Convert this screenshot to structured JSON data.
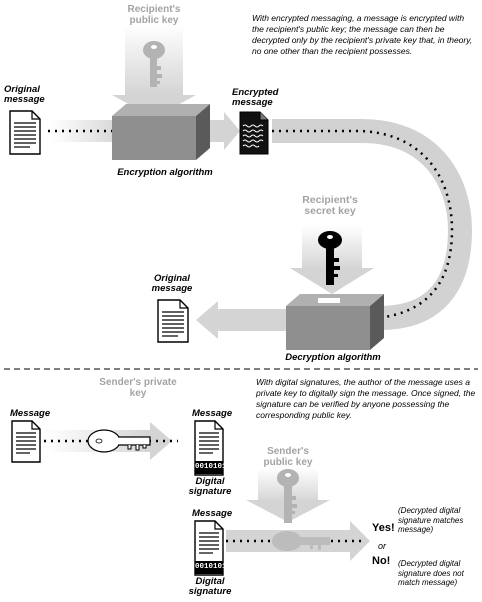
{
  "encryption": {
    "description": "With encrypted messaging, a message is encrypted with the recipient's public key; the message can then be decrypted only by the recipient's private key that, in theory, no one other than the recipient possesses.",
    "recipient_public_key": "Recipient's public key",
    "original_message": "Original message",
    "encrypted_message": "Encrypted message",
    "encryption_algorithm": "Encryption algorithm",
    "recipient_secret_key": "Recipient's secret key",
    "original_message_out": "Original message",
    "decryption_algorithm": "Decryption algorithm"
  },
  "signature": {
    "description": "With digital signatures, the author of the message uses a private key to digitally sign the message. Once signed, the signature can be verified by anyone possessing the corresponding public key.",
    "sender_private_key": "Sender's private key",
    "message": "Message",
    "signed_message": "Message",
    "digital_signature": "Digital signature",
    "sender_public_key": "Sender's public key",
    "verify_message": "Message",
    "verify_signature": "Digital signature",
    "sig_bits": "0010101",
    "sig_bits_2": "0010101",
    "yes": "Yes!",
    "or": "or",
    "no": "No!",
    "yes_note": "(Decrypted digital signature matches message)",
    "no_note": "(Decrypted digital signature does not match message)"
  },
  "colors": {
    "arrow": "#cfcfcf",
    "box": "#8a8a8a",
    "key_grey": "#b0b0b0",
    "key_black": "#000000"
  }
}
